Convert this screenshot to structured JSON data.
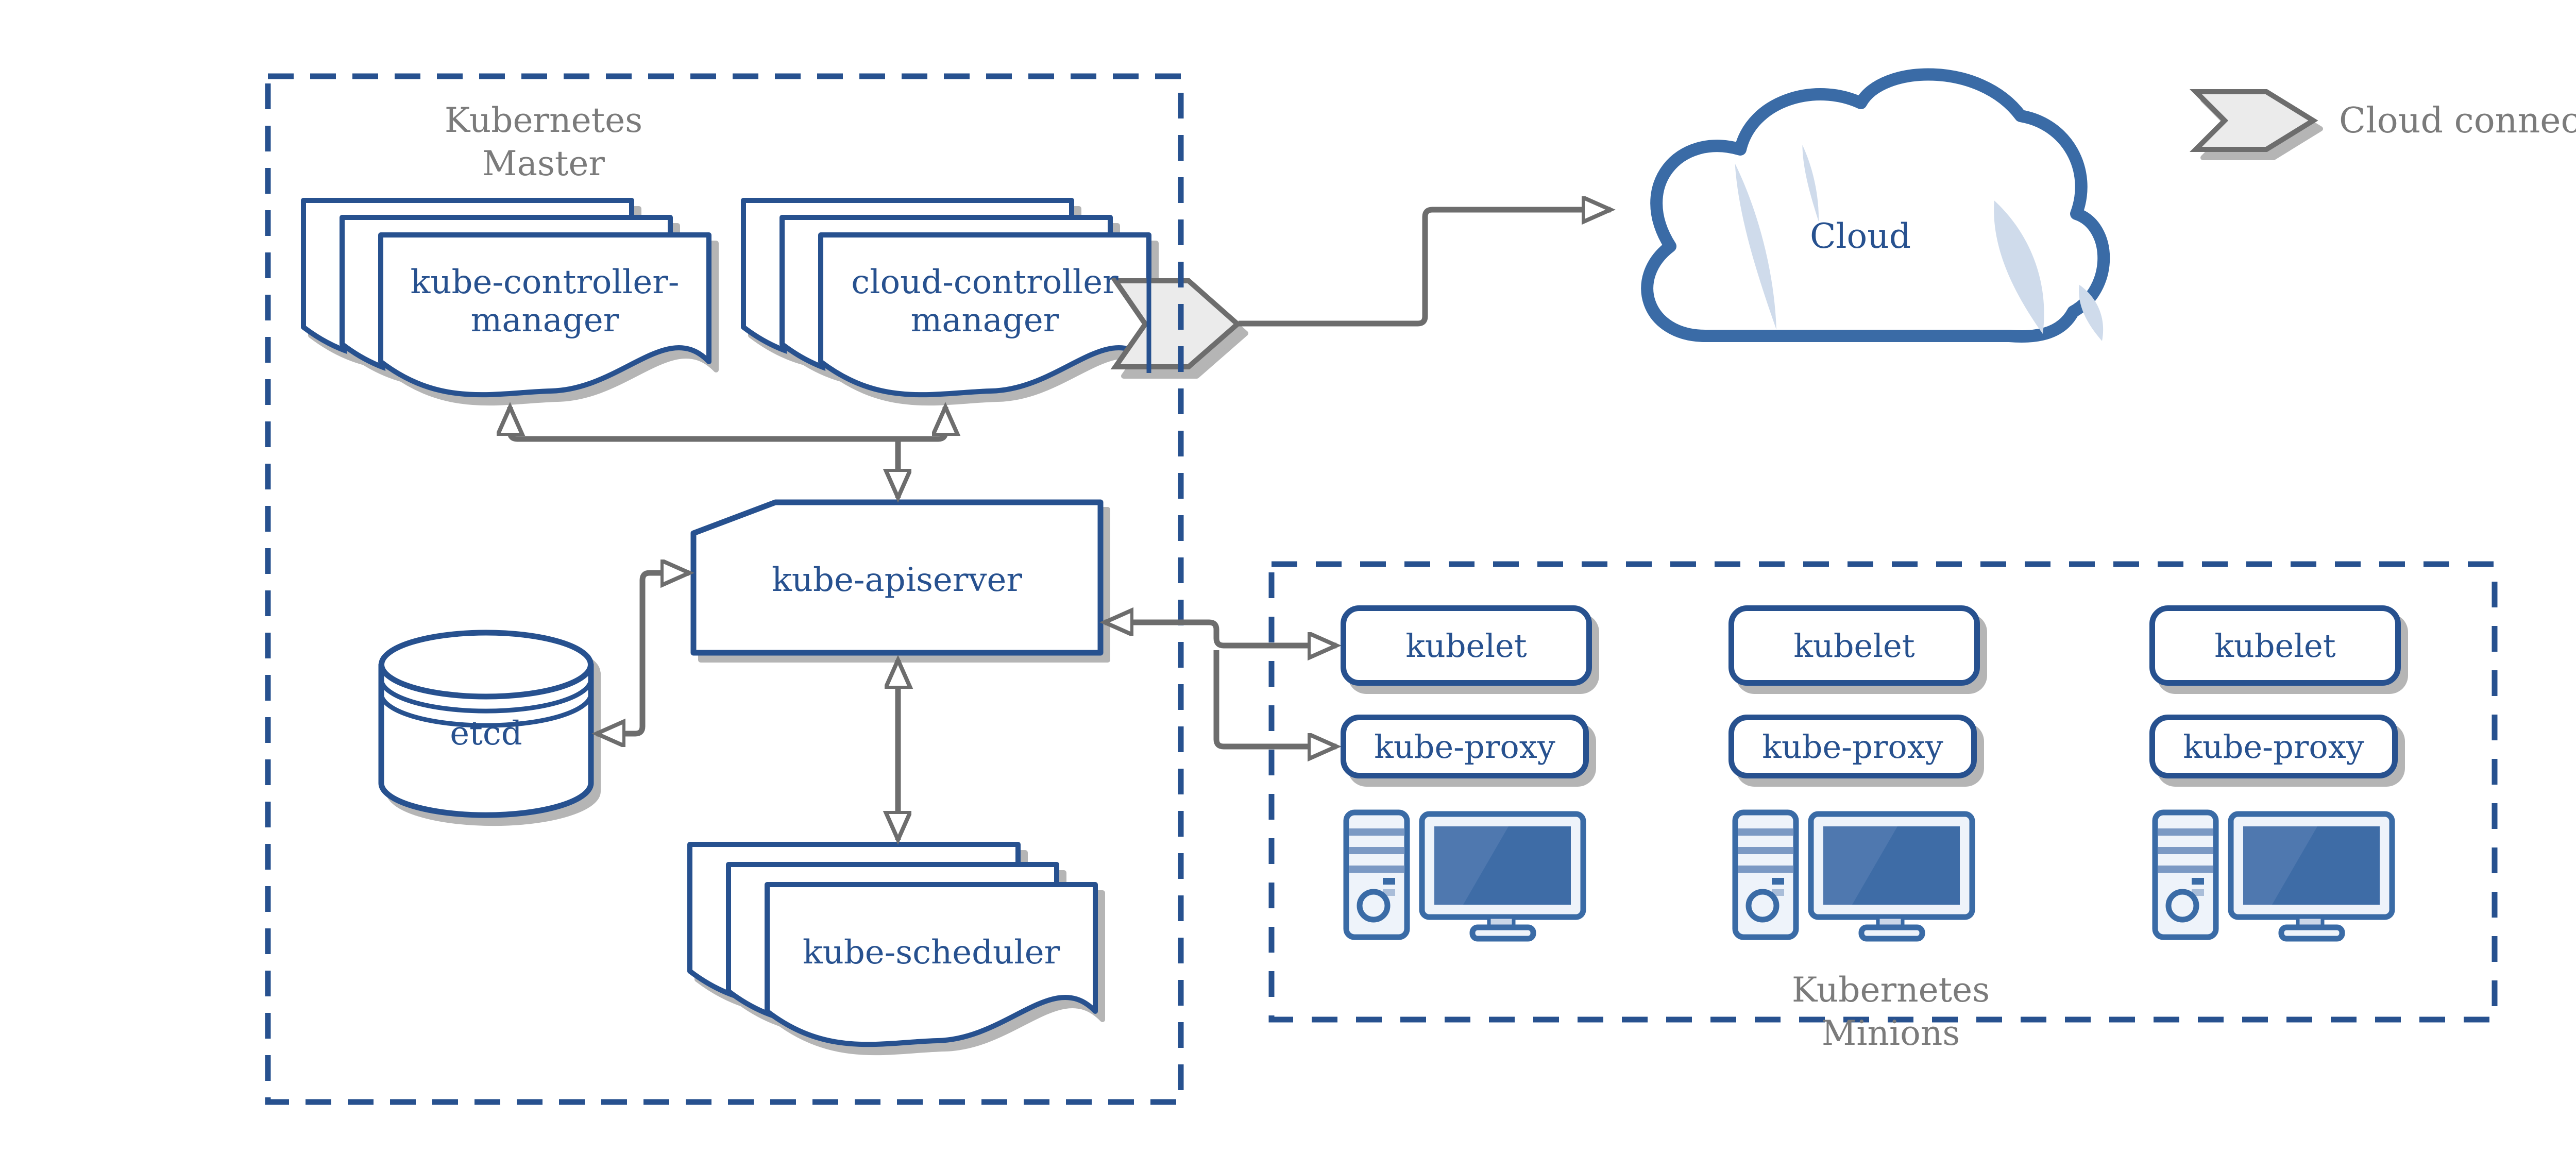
{
  "master": {
    "title": "Kubernetes\nMaster",
    "controller_manager": "kube-controller-\nmanager",
    "cloud_controller_manager": "cloud-controller\nmanager",
    "apiserver": "kube-apiserver",
    "etcd": "etcd",
    "scheduler": "kube-scheduler"
  },
  "cloud": {
    "label": "Cloud"
  },
  "legend": {
    "cloud_connector": "Cloud connector"
  },
  "minions": {
    "title": "Kubernetes\nMinions",
    "nodes": [
      {
        "kubelet": "kubelet",
        "kube_proxy": "kube-proxy"
      },
      {
        "kubelet": "kubelet",
        "kube_proxy": "kube-proxy"
      },
      {
        "kubelet": "kubelet",
        "kube_proxy": "kube-proxy"
      }
    ]
  },
  "colors": {
    "navy": "#27518F",
    "diagram_blue": "#3A6BA6",
    "light_blue": "#CFDBEB",
    "gray_text": "#7B7B7B",
    "wire_gray": "#6D6D6D",
    "shadow": "#B5B5B5",
    "chevron_fill": "#EBEBEB"
  }
}
